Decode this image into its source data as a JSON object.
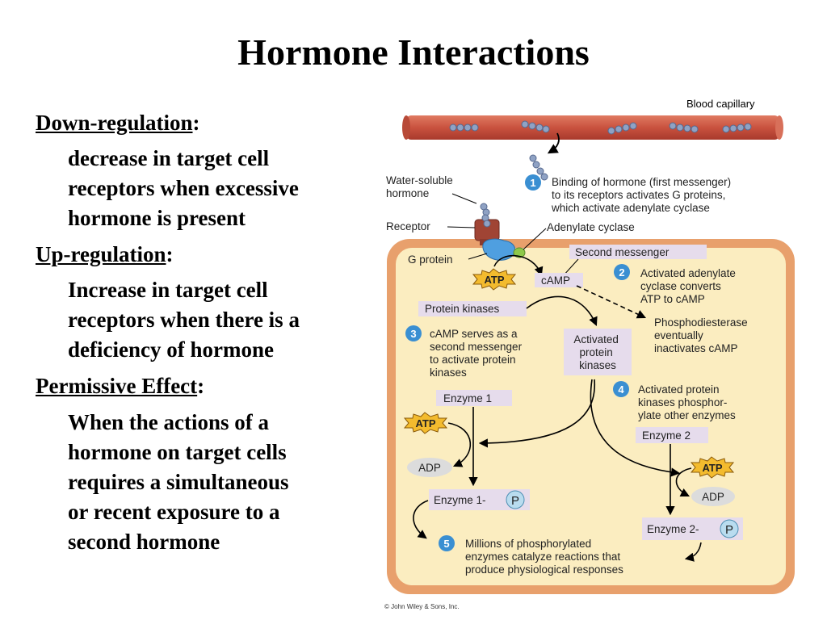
{
  "title": "Hormone Interactions",
  "sections": [
    {
      "heading": "Down-regulation",
      "colon": ":",
      "lines": [
        "decrease in target cell",
        "receptors when excessive",
        "hormone is present"
      ]
    },
    {
      "heading": "Up-regulation",
      "colon": ":",
      "lines": [
        "Increase in target cell",
        "receptors when there is a",
        "deficiency of hormone"
      ]
    },
    {
      "heading": "Permissive Effect",
      "colon": ":",
      "lines": [
        "When the actions of a",
        "hormone on target cells",
        "requires a simultaneous",
        "or recent exposure to a",
        "second hormone"
      ]
    }
  ],
  "diagram": {
    "blood_capillary": "Blood capillary",
    "water_soluble_hormone": [
      "Water-soluble",
      "hormone"
    ],
    "receptor": "Receptor",
    "adenylate_cyclase": "Adenylate cyclase",
    "g_protein": "G protein",
    "second_messenger": "Second messenger",
    "atp": "ATP",
    "camp": "cAMP",
    "adp": "ADP",
    "p": "P",
    "protein_kinases": "Protein kinases",
    "activated_protein_kinases": [
      "Activated",
      "protein",
      "kinases"
    ],
    "phosphodiesterase": [
      "Phosphodiesterase",
      "eventually",
      "inactivates cAMP"
    ],
    "enzyme1": "Enzyme 1",
    "enzyme1p": "Enzyme 1-",
    "enzyme2": "Enzyme 2",
    "enzyme2p": "Enzyme 2-",
    "steps": [
      {
        "num": "1",
        "lines": [
          "Binding of hormone (first messenger)",
          "to its receptors activates G proteins,",
          "which activate adenylate cyclase"
        ]
      },
      {
        "num": "2",
        "lines": [
          "Activated adenylate",
          "cyclase converts",
          "ATP to cAMP"
        ]
      },
      {
        "num": "3",
        "lines": [
          "cAMP serves as a",
          "second messenger",
          "to activate protein",
          "kinases"
        ]
      },
      {
        "num": "4",
        "lines": [
          "Activated protein",
          "kinases phosphor-",
          "ylate other enzymes"
        ]
      },
      {
        "num": "5",
        "lines": [
          "Millions of phosphorylated",
          "enzymes catalyze reactions that",
          "produce physiological responses"
        ]
      }
    ],
    "copyright": "© John Wiley & Sons, Inc.",
    "colors": {
      "capillary": "#c9523f",
      "cell_border": "#e8a06c",
      "cytoplasm": "#fbedc0",
      "label_box": "#e6dcec",
      "step_circle": "#3a8fd2",
      "atp_star": "#f3bb2e",
      "p_circle": "#b9dcef"
    }
  }
}
